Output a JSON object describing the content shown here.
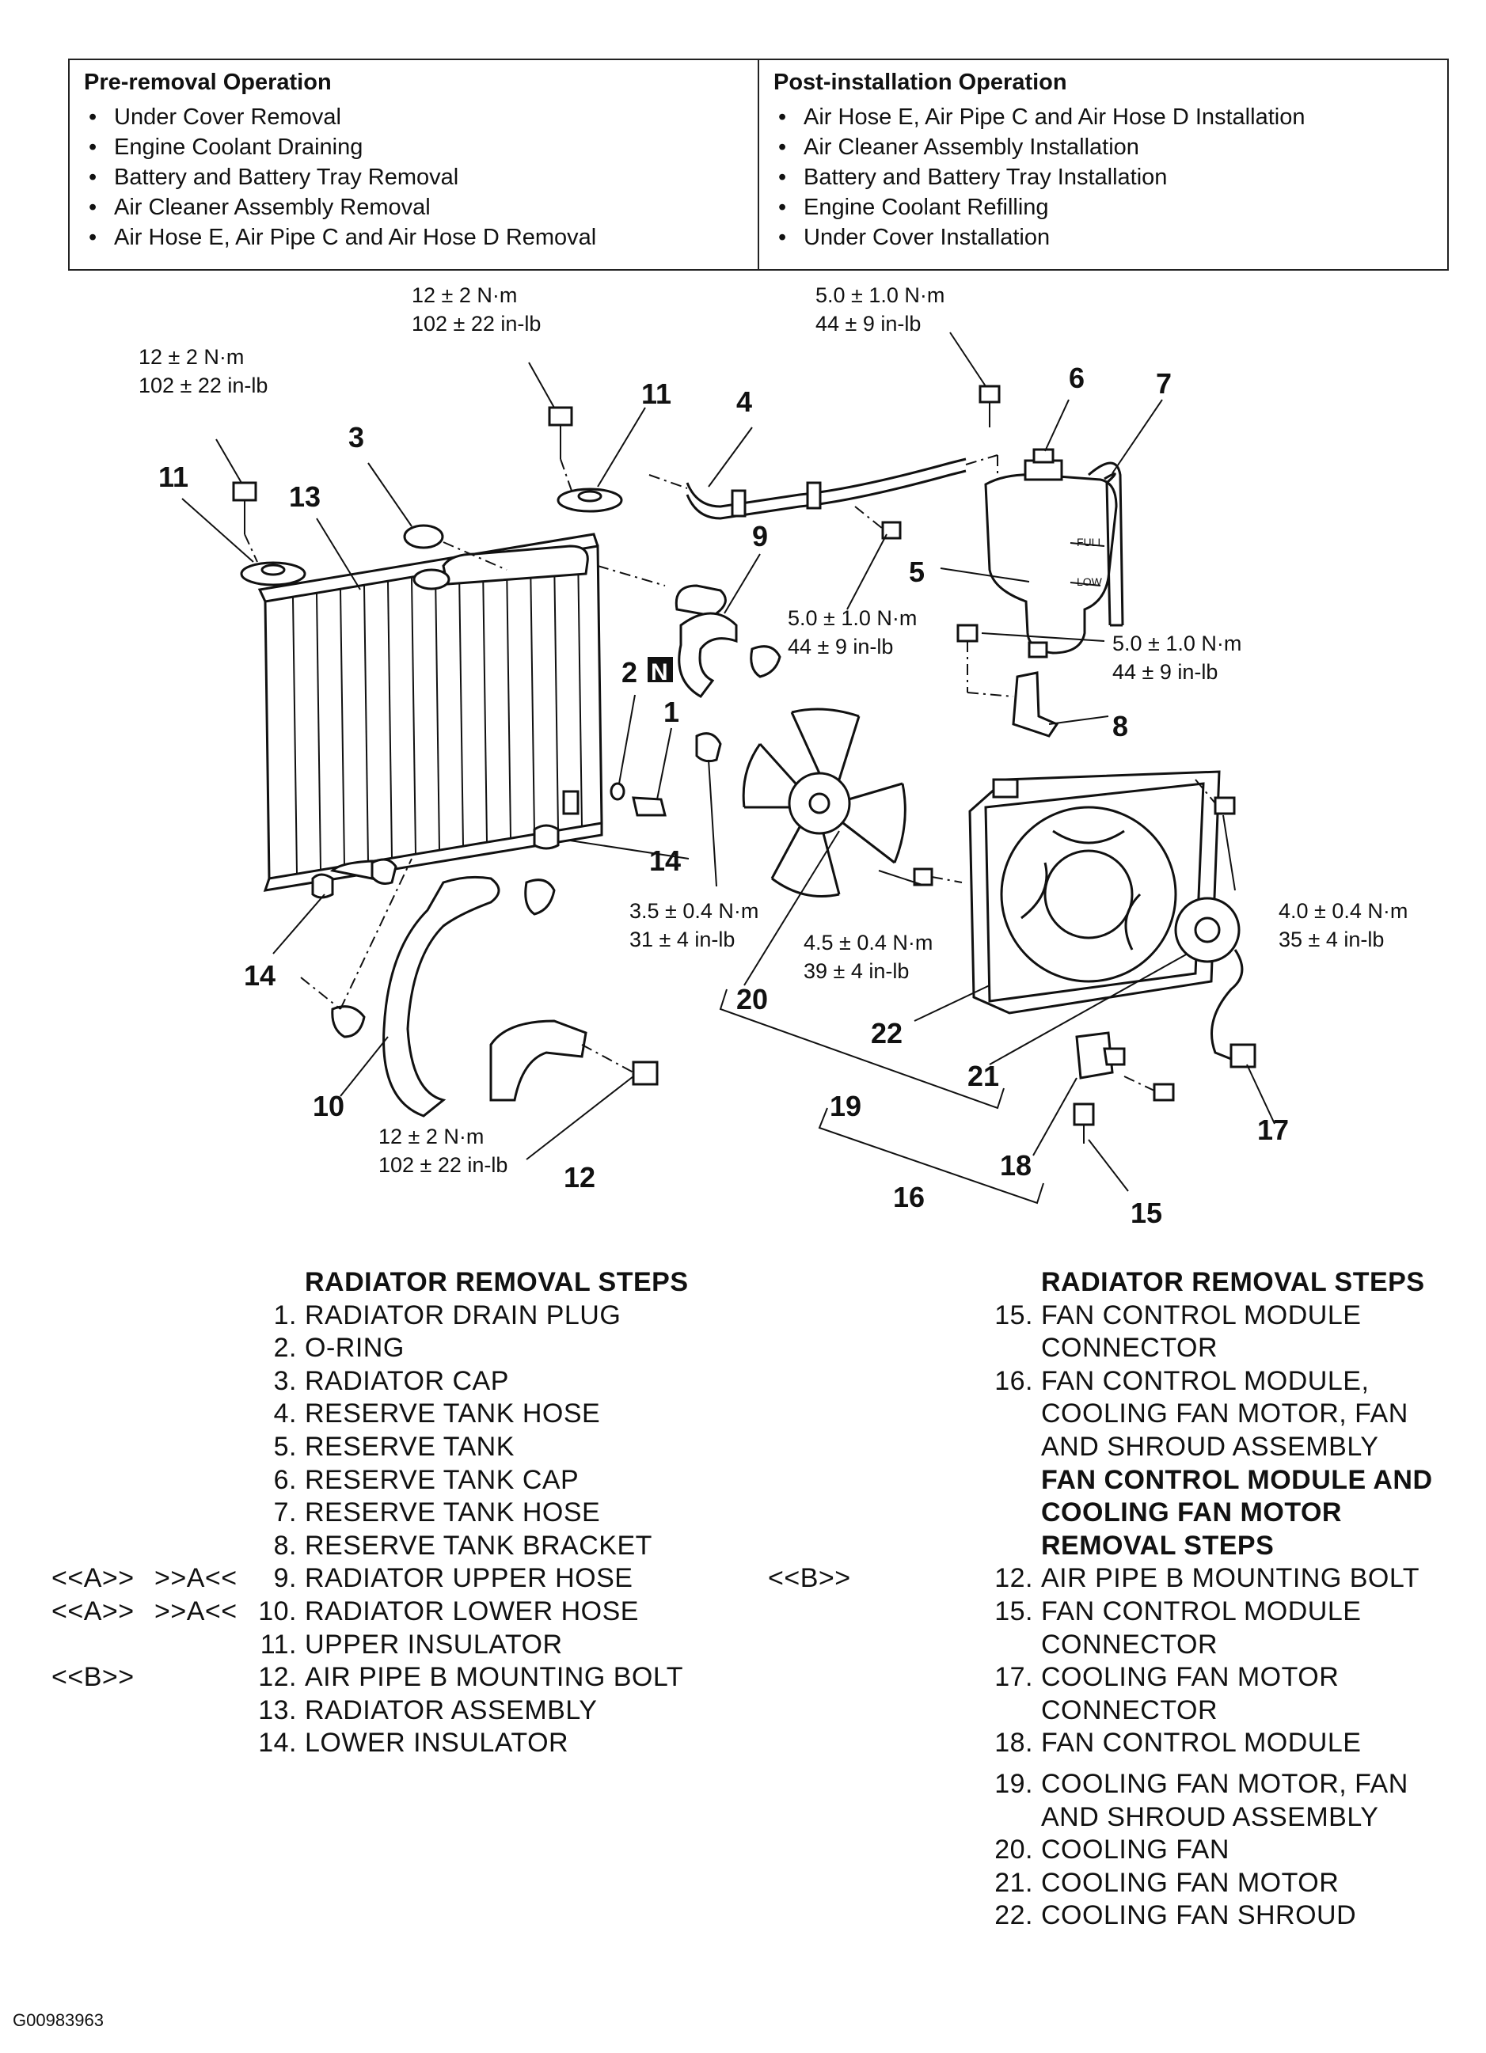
{
  "pre_removal": {
    "title": "Pre-removal Operation",
    "items": [
      "Under Cover Removal",
      "Engine Coolant Draining",
      "Battery and Battery Tray Removal",
      "Air Cleaner Assembly Removal",
      "Air Hose E, Air Pipe C and Air Hose D Removal"
    ]
  },
  "post_installation": {
    "title": "Post-installation Operation",
    "items": [
      "Air Hose E, Air Pipe C and Air Hose D Installation",
      "Air Cleaner Assembly Installation",
      "Battery and Battery Tray Installation",
      "Engine Coolant Refilling",
      "Under Cover Installation"
    ]
  },
  "torques": {
    "t_top_left_1": "12 ± 2 N·m",
    "t_top_left_2": "102 ± 22 in-lb",
    "t_top_mid_1": "12 ± 2 N·m",
    "t_top_mid_2": "102 ± 22 in-lb",
    "t_top_right_1": "5.0 ± 1.0 N·m",
    "t_top_right_2": "44 ± 9 in-lb",
    "t_hose_1": "5.0 ± 1.0 N·m",
    "t_hose_2": "44 ± 9 in-lb",
    "t_bracket_1": "5.0 ± 1.0 N·m",
    "t_bracket_2": "44 ± 9 in-lb",
    "t_fan_1": "3.5 ± 0.4 N·m",
    "t_fan_2": "31 ± 4 in-lb",
    "t_shroud_1": "4.5 ± 0.4 N·m",
    "t_shroud_2": "39 ± 4 in-lb",
    "t_motor_1": "4.0 ± 0.4 N·m",
    "t_motor_2": "35 ± 4 in-lb",
    "t_pipe_1": "12 ± 2 N·m",
    "t_pipe_2": "102 ± 22 in-lb"
  },
  "callouts": {
    "c1": "1",
    "c2": "2",
    "c2n": "N",
    "c3": "3",
    "c4": "4",
    "c5": "5",
    "c6": "6",
    "c7": "7",
    "c8": "8",
    "c9": "9",
    "c10": "10",
    "c11a": "11",
    "c11b": "11",
    "c12": "12",
    "c13": "13",
    "c14a": "14",
    "c14b": "14",
    "c15": "15",
    "c16": "16",
    "c17": "17",
    "c18": "18",
    "c19": "19",
    "c20": "20",
    "c21": "21",
    "c22": "22"
  },
  "tank_labels": {
    "full": "FULL",
    "low": "LOW"
  },
  "left_steps": {
    "title": "RADIATOR REMOVAL STEPS",
    "rows": [
      {
        "mk1": "",
        "mk2": "",
        "num": "1.",
        "text": "RADIATOR DRAIN PLUG"
      },
      {
        "mk1": "",
        "mk2": "",
        "num": "2.",
        "text": "O-RING"
      },
      {
        "mk1": "",
        "mk2": "",
        "num": "3.",
        "text": "RADIATOR CAP"
      },
      {
        "mk1": "",
        "mk2": "",
        "num": "4.",
        "text": "RESERVE TANK HOSE"
      },
      {
        "mk1": "",
        "mk2": "",
        "num": "5.",
        "text": "RESERVE TANK"
      },
      {
        "mk1": "",
        "mk2": "",
        "num": "6.",
        "text": "RESERVE TANK CAP"
      },
      {
        "mk1": "",
        "mk2": "",
        "num": "7.",
        "text": "RESERVE TANK HOSE"
      },
      {
        "mk1": "",
        "mk2": "",
        "num": "8.",
        "text": "RESERVE TANK BRACKET"
      },
      {
        "mk1": "<<A>>",
        "mk2": ">>A<<",
        "num": "9.",
        "text": "RADIATOR UPPER HOSE"
      },
      {
        "mk1": "<<A>>",
        "mk2": ">>A<<",
        "num": "10.",
        "text": "RADIATOR LOWER HOSE"
      },
      {
        "mk1": "",
        "mk2": "",
        "num": "11.",
        "text": "UPPER INSULATOR"
      },
      {
        "mk1": "<<B>>",
        "mk2": "",
        "num": "12.",
        "text": "AIR PIPE B MOUNTING BOLT"
      },
      {
        "mk1": "",
        "mk2": "",
        "num": "13.",
        "text": "RADIATOR ASSEMBLY"
      },
      {
        "mk1": "",
        "mk2": "",
        "num": "14.",
        "text": "LOWER INSULATOR"
      }
    ]
  },
  "right_steps": {
    "title": "RADIATOR REMOVAL STEPS",
    "l15": "15.",
    "t15": "FAN CONTROL MODULE CONNECTOR",
    "l16": "16.",
    "t16": "FAN CONTROL MODULE, COOLING FAN MOTOR, FAN AND SHROUD ASSEMBLY",
    "title2": "FAN CONTROL MODULE AND COOLING FAN MOTOR REMOVAL STEPS",
    "mk12": "<<B>>",
    "l12": "12.",
    "t12": "AIR PIPE B MOUNTING BOLT",
    "l15b": "15.",
    "t15b": "FAN CONTROL MODULE CONNECTOR",
    "l17": "17.",
    "t17": "COOLING FAN MOTOR CONNECTOR",
    "l18": "18.",
    "t18": "FAN CONTROL MODULE",
    "l19": "19.",
    "t19": "COOLING FAN MOTOR, FAN AND SHROUD ASSEMBLY",
    "l20": "20.",
    "t20": "COOLING FAN",
    "l21": "21.",
    "t21": "COOLING FAN MOTOR",
    "l22": "22.",
    "t22": "COOLING FAN SHROUD"
  },
  "figure_code": "G00983963"
}
